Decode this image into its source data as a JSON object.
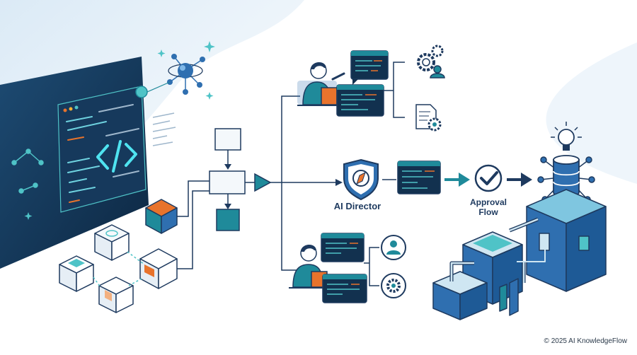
{
  "labels": {
    "ai_director": "AI Director",
    "approval_line1": "Approval",
    "approval_line2": "Flow"
  },
  "footer": {
    "copyright": "© 2025 AI KnowledgeFlow"
  },
  "colors": {
    "navy": "#1e3a5f",
    "teal": "#1f8a9a",
    "light_teal": "#4fc3c7",
    "blue": "#2f6fb0",
    "orange": "#e8732c",
    "panel_dark": "#12314f",
    "background_wave": "#e4f0f8"
  },
  "icons": [
    "code-brackets-icon",
    "atom-network-icon",
    "gear-user-icon",
    "document-gear-icon",
    "compass-shield-icon",
    "check-circle-icon",
    "database-icon",
    "lightbulb-icon",
    "user-circle-icon",
    "gear-icon"
  ]
}
